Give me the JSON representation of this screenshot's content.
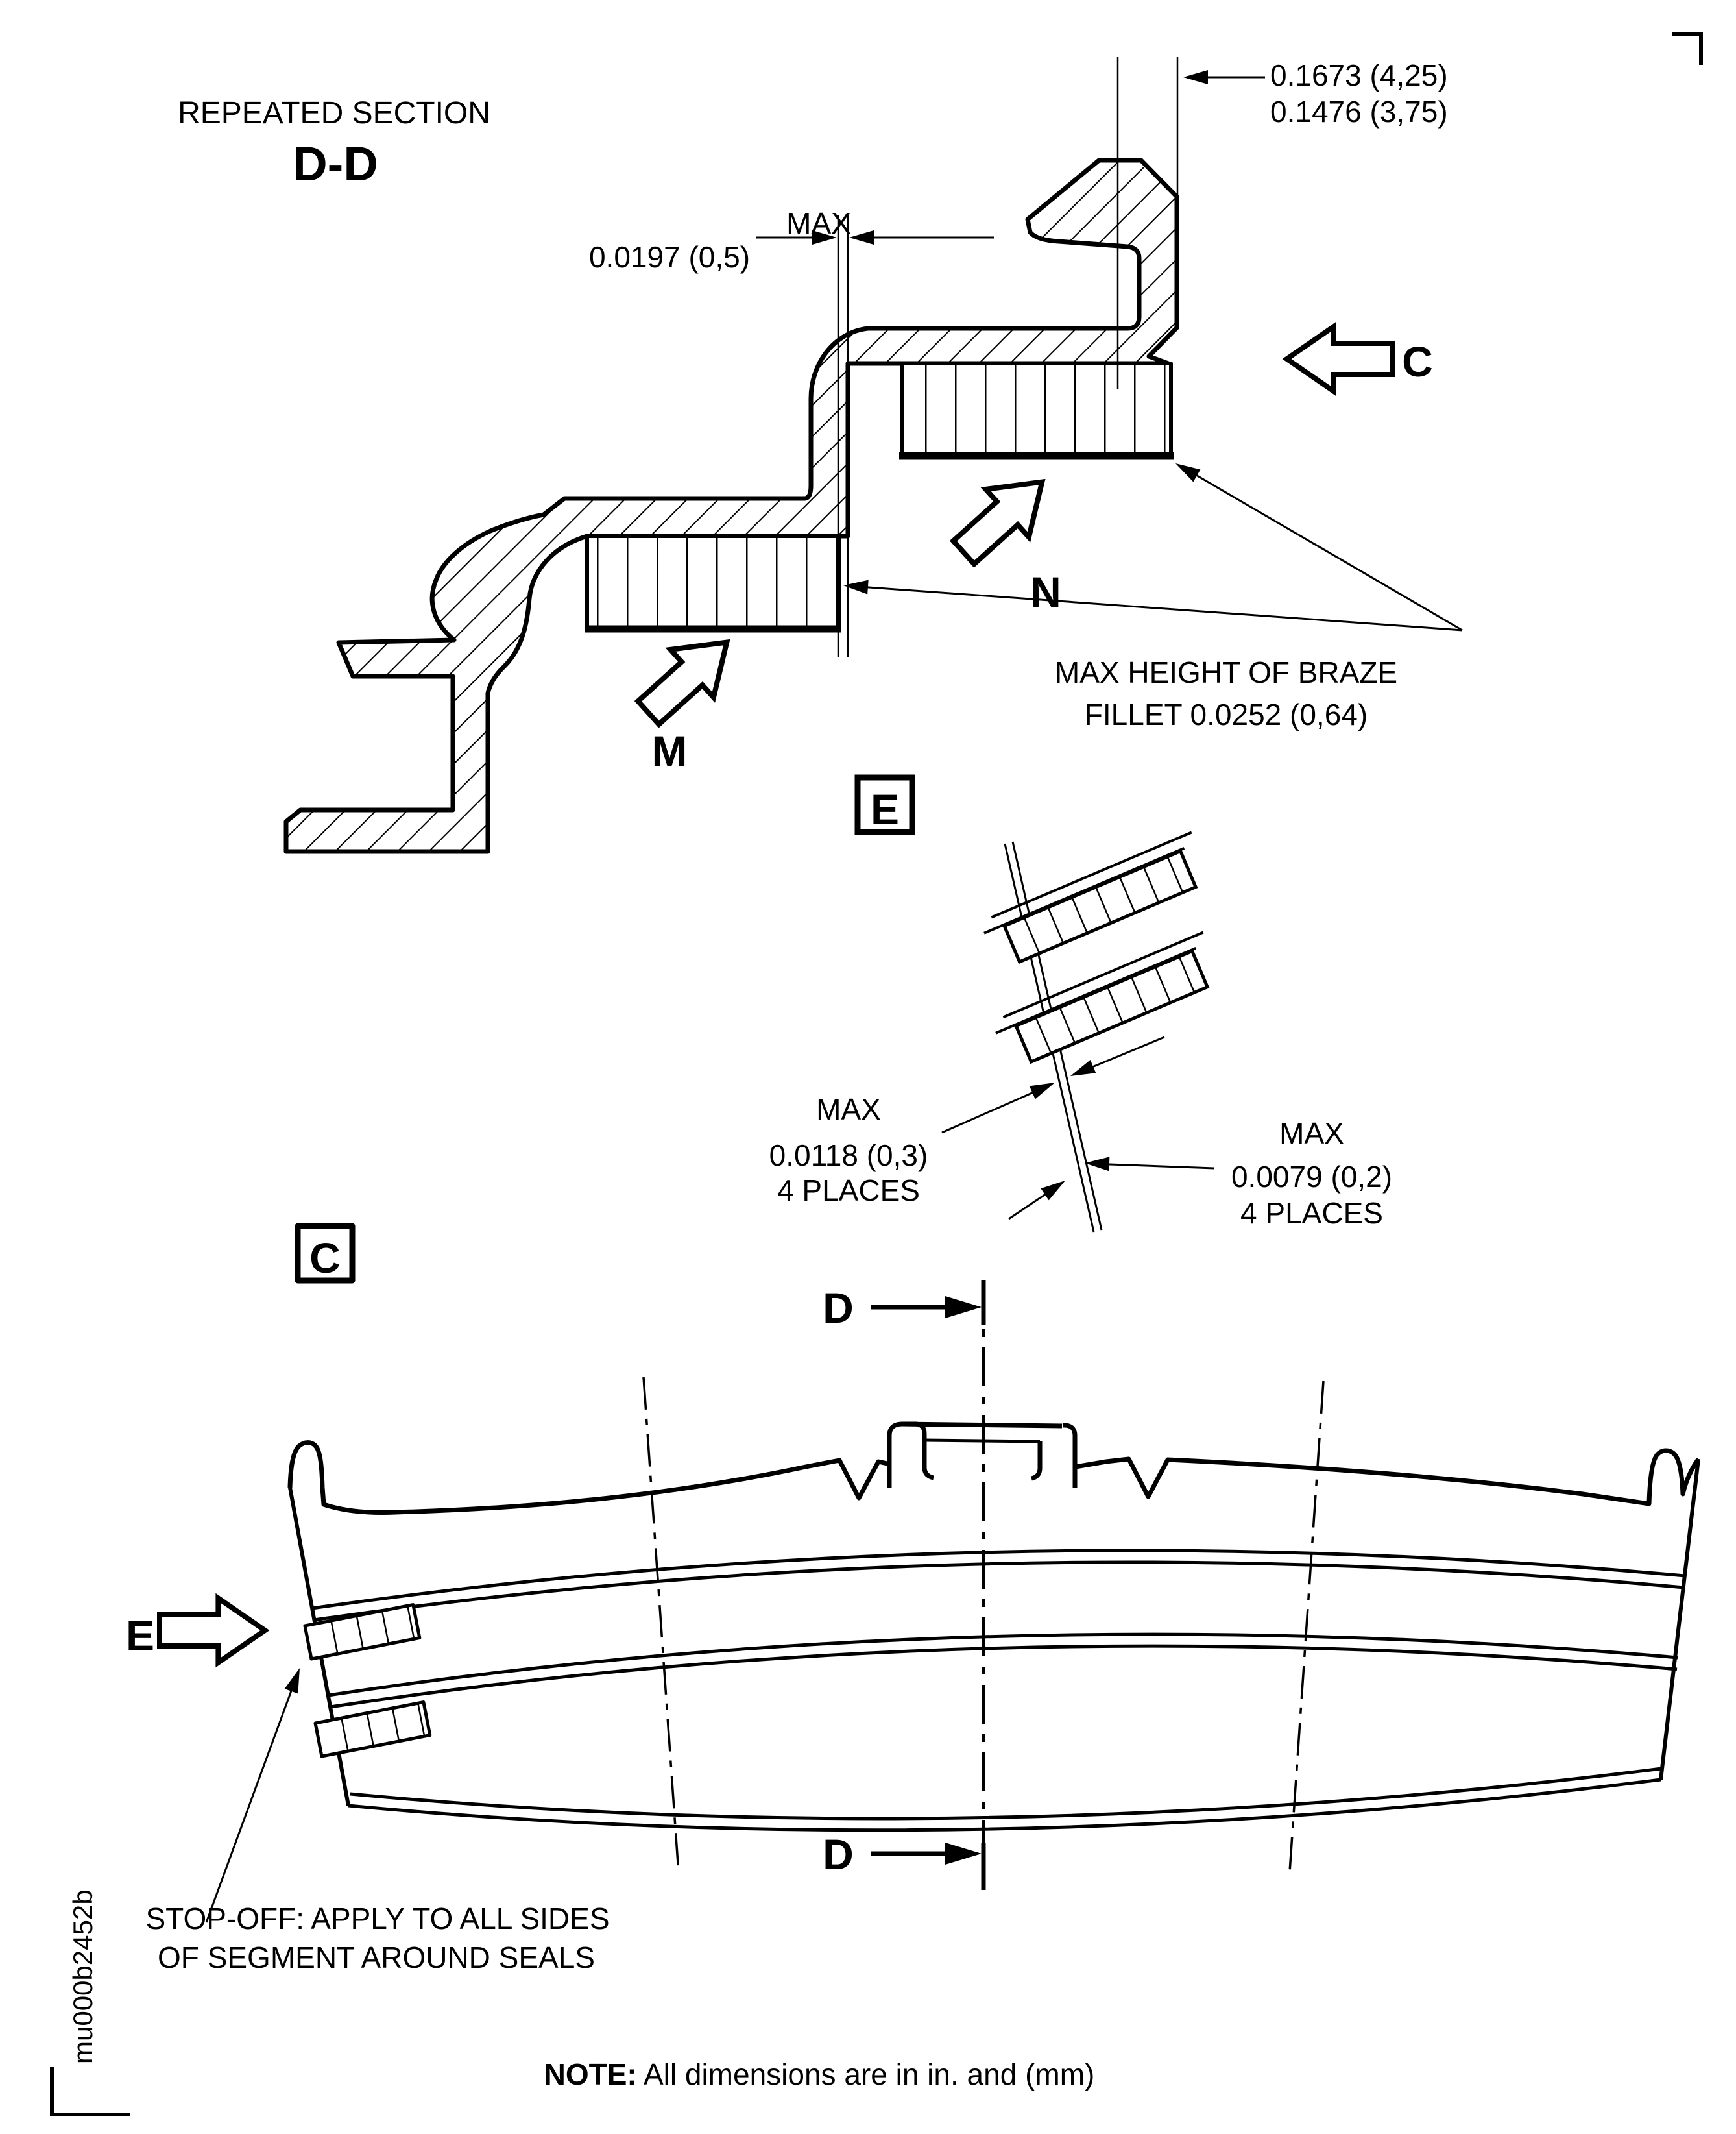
{
  "title": {
    "line1": "REPEATED SECTION",
    "line2": "D-D"
  },
  "section_dd": {
    "hook_dim_line1": "0.1673 (4,25)",
    "hook_dim_line2": "0.1476 (3,75)",
    "gap_dim_label": "MAX",
    "gap_dim_value": "0.0197 (0,5)",
    "braze_note_line1": "MAX HEIGHT OF BRAZE",
    "braze_note_line2": "FILLET 0.0252 (0,64)",
    "arrow_c_label": "C",
    "arrow_m_label": "M",
    "arrow_n_label": "N"
  },
  "detail_e": {
    "box_label": "E",
    "dim_left_line1": "MAX",
    "dim_left_line2": "0.0118 (0,3)",
    "dim_left_line3": "4 PLACES",
    "dim_right_line1": "MAX",
    "dim_right_line2": "0.0079 (0,2)",
    "dim_right_line3": "4 PLACES"
  },
  "view_c": {
    "box_label": "C",
    "arrow_e_label": "E",
    "section_d_label": "D",
    "stopoff_line1": "STOP-OFF: APPLY TO ALL SIDES",
    "stopoff_line2": "OF SEGMENT AROUND SEALS"
  },
  "note": {
    "label": "NOTE:",
    "text": " All dimensions are in in. and (mm)"
  },
  "doc_id": "mu000b2452b",
  "colors": {
    "ink": "#000000",
    "paper": "#ffffff"
  }
}
